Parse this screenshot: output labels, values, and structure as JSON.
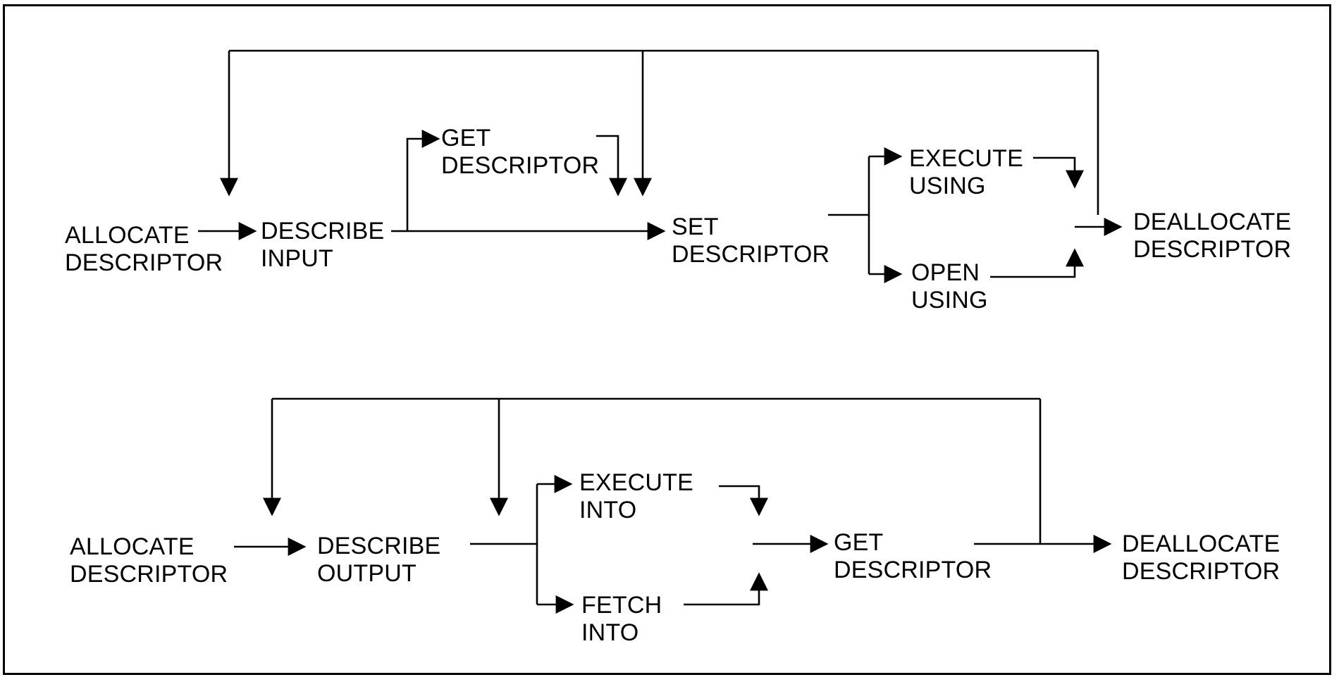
{
  "diagram": {
    "nodes": {
      "top_allocate": {
        "line1": "ALLOCATE",
        "line2": "DESCRIPTOR"
      },
      "top_describe_input": {
        "line1": "DESCRIBE",
        "line2": "INPUT"
      },
      "top_get_descriptor": {
        "line1": "GET",
        "line2": "DESCRIPTOR"
      },
      "top_set_descriptor": {
        "line1": "SET",
        "line2": "DESCRIPTOR"
      },
      "top_execute_using": {
        "line1": "EXECUTE",
        "line2": "USING"
      },
      "top_open_using": {
        "line1": "OPEN",
        "line2": "USING"
      },
      "top_deallocate": {
        "line1": "DEALLOCATE",
        "line2": "DESCRIPTOR"
      },
      "bottom_allocate": {
        "line1": "ALLOCATE",
        "line2": "DESCRIPTOR"
      },
      "bottom_describe_output": {
        "line1": "DESCRIBE",
        "line2": "OUTPUT"
      },
      "bottom_execute_into": {
        "line1": "EXECUTE",
        "line2": "INTO"
      },
      "bottom_fetch_into": {
        "line1": "FETCH",
        "line2": "INTO"
      },
      "bottom_get_descriptor": {
        "line1": "GET",
        "line2": "DESCRIPTOR"
      },
      "bottom_deallocate": {
        "line1": "DEALLOCATE",
        "line2": "DESCRIPTOR"
      }
    }
  }
}
